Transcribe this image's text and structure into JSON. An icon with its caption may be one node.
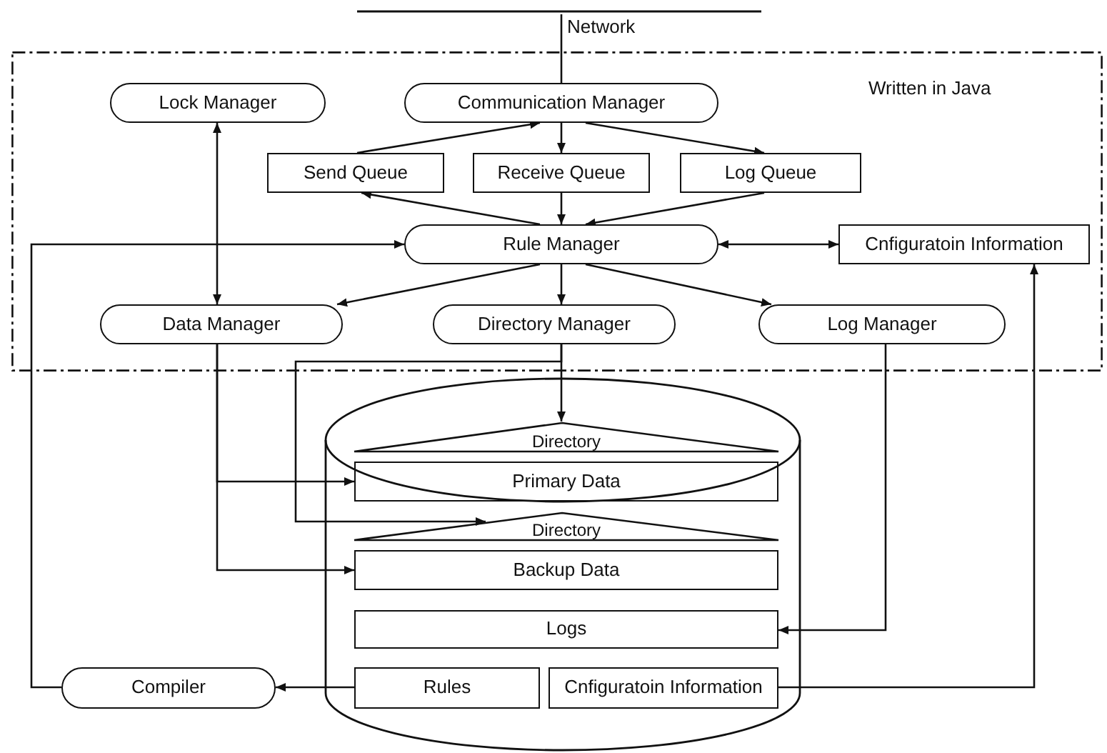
{
  "diagram": {
    "nodes": [
      {
        "text": [],
        "shape": "bar",
        "beside": [
          "Network"
        ]
      },
      {
        "text": [
          "Written in Java"
        ]
      },
      {
        "text": [
          "Lock Manager"
        ],
        "in": 1
      },
      {
        "text": [
          "Communication Manager"
        ],
        "in": 1
      },
      {
        "text": [
          "Send Queue"
        ],
        "in": 1
      },
      {
        "text": [
          "Receive Queue"
        ],
        "in": 1
      },
      {
        "text": [
          "Log Queue"
        ],
        "in": 1
      },
      {
        "text": [
          "Rule Manager"
        ],
        "in": 1
      },
      {
        "text": [
          "Cnfiguratoin Information"
        ],
        "in": 1
      },
      {
        "text": [
          "Data Manager"
        ],
        "in": 1
      },
      {
        "text": [
          "Directory Manager"
        ],
        "in": 1
      },
      {
        "text": [
          "Log Manager"
        ],
        "in": 1
      },
      {
        "text": [],
        "shape": "cylinder"
      },
      {
        "text": [
          "Directory"
        ],
        "in": 12
      },
      {
        "text": [
          "Primary Data"
        ],
        "in": 12
      },
      {
        "text": [
          "Directory"
        ],
        "in": 12
      },
      {
        "text": [
          "Backup Data"
        ],
        "in": 12
      },
      {
        "text": [
          "Logs"
        ],
        "in": 12
      },
      {
        "text": [
          "Rules"
        ],
        "in": 12
      },
      {
        "text": [
          "Cnfiguratoin Information"
        ],
        "in": 12
      },
      {
        "text": [
          "Compiler"
        ]
      }
    ],
    "edges": [
      {
        "from": 0,
        "to": 3,
        "arrow": "none"
      },
      {
        "from": 4,
        "to": 3,
        "arrow": "to"
      },
      {
        "from": 3,
        "to": 5,
        "arrow": "to"
      },
      {
        "from": 3,
        "to": 6,
        "arrow": "to"
      },
      {
        "from": 5,
        "to": 7,
        "arrow": "to"
      },
      {
        "from": 6,
        "to": 7,
        "arrow": "to"
      },
      {
        "from": 7,
        "to": 4,
        "arrow": "to"
      },
      {
        "from": 2,
        "to": 9,
        "arrow": "both"
      },
      {
        "from": 7,
        "to": 8,
        "arrow": "both"
      },
      {
        "from": 7,
        "to": 9,
        "arrow": "to"
      },
      {
        "from": 7,
        "to": 10,
        "arrow": "to"
      },
      {
        "from": 7,
        "to": 11,
        "arrow": "to"
      },
      {
        "from": 20,
        "to": 7,
        "arrow": "to"
      },
      {
        "from": 18,
        "to": 20,
        "arrow": "to"
      },
      {
        "from": 19,
        "to": 8,
        "arrow": "to"
      },
      {
        "from": 11,
        "to": 17,
        "arrow": "to"
      },
      {
        "from": 9,
        "to": 14,
        "arrow": "to"
      },
      {
        "from": 9,
        "to": 16,
        "arrow": "to"
      },
      {
        "from": 10,
        "to": 13,
        "arrow": "to"
      },
      {
        "from": 10,
        "to": 15,
        "arrow": "to"
      }
    ]
  }
}
